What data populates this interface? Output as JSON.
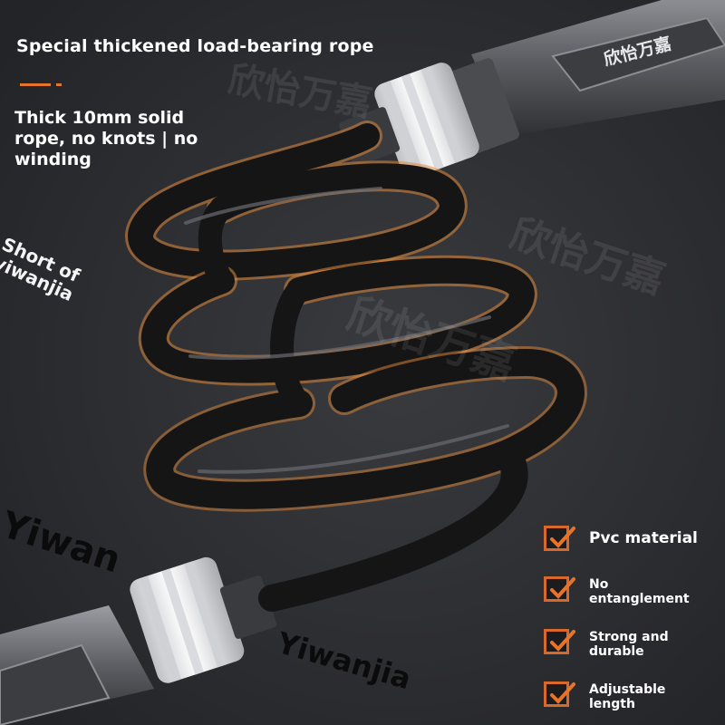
{
  "headline": "Special thickened load-bearing rope",
  "description": "Thick 10mm solid rope, no knots | no winding",
  "watermarks": {
    "diagonal_left": "Short of yiwanjia",
    "yiwan": "Yiwan",
    "yiwanjia": "Yiwanjia",
    "handle_brand": "欣怡万嘉"
  },
  "features": [
    {
      "label": "Pvc material"
    },
    {
      "label": "No entanglement"
    },
    {
      "label": "Strong and durable"
    },
    {
      "label": "Adjustable length"
    }
  ],
  "colors": {
    "accent": "#e8742a",
    "background": "#2a2b2e",
    "rope": "#151516",
    "connector": "#e6e7ea"
  },
  "icons": {
    "feature_check": "checkmark-box-icon"
  }
}
